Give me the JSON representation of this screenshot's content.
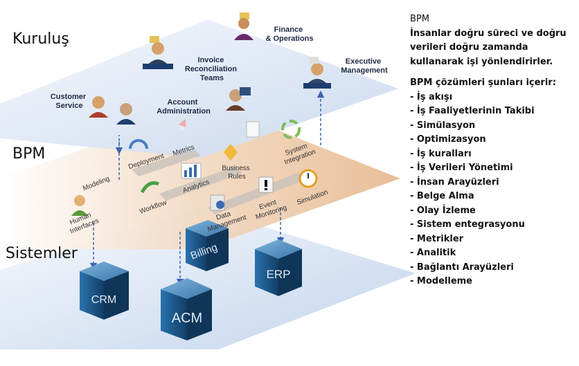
{
  "layers": {
    "kurulus": "Kuruluş",
    "bpm": "BPM",
    "sistemler": "Sistemler"
  },
  "org_roles": {
    "finance": [
      "Finance",
      "& Operations"
    ],
    "invoice": [
      "Invoice",
      "Reconciliation",
      "Teams"
    ],
    "executive": [
      "Executive",
      "Management"
    ],
    "customer": [
      "Customer",
      "Service"
    ],
    "account": [
      "Account",
      "Administration"
    ]
  },
  "bpm_components": {
    "modeling": "Modeling",
    "deployment": "Deployment",
    "metrics": "Metrics",
    "business_rules": [
      "Business",
      "Rules"
    ],
    "system_integration": [
      "System",
      "Integration"
    ],
    "analytics": "Analytics",
    "human_interfaces": [
      "Human",
      "Interfaces"
    ],
    "workflow": "Workflow",
    "data_management": [
      "Data",
      "Management"
    ],
    "event_monitoring": [
      "Event",
      "Monitoring"
    ],
    "simulation": "Simulation"
  },
  "systems": {
    "crm": "CRM",
    "acm": "ACM",
    "billing": "Billing",
    "erp": "ERP"
  },
  "sidebar": {
    "title": "BPM",
    "intro": "İnsanlar doğru süreci ve doğru verileri doğru zamanda kullanarak işi yönlendirirler.",
    "list_heading": "BPM çözümleri şunları içerir:",
    "items": [
      "- İş akışı",
      "- İş Faaliyetlerinin Takibi",
      "- Simülasyon",
      "- Optimizasyon",
      "- İş kuralları",
      "- İş Verileri Yönetimi",
      "- İnsan Arayüzleri",
      "- Belge Alma",
      "- Olay İzleme",
      "- Sistem entegrasyonu",
      "- Metrikler",
      "- Analitik",
      "- Bağlantı Arayüzleri",
      "- Modelleme"
    ]
  },
  "colors": {
    "org_plane": "#dfe8f5",
    "bpm_plane": "#f1d3b8",
    "sys_plane": "#d7e3f2",
    "server_blue": "#1f5a8a",
    "arrow": "#3a63b0"
  }
}
